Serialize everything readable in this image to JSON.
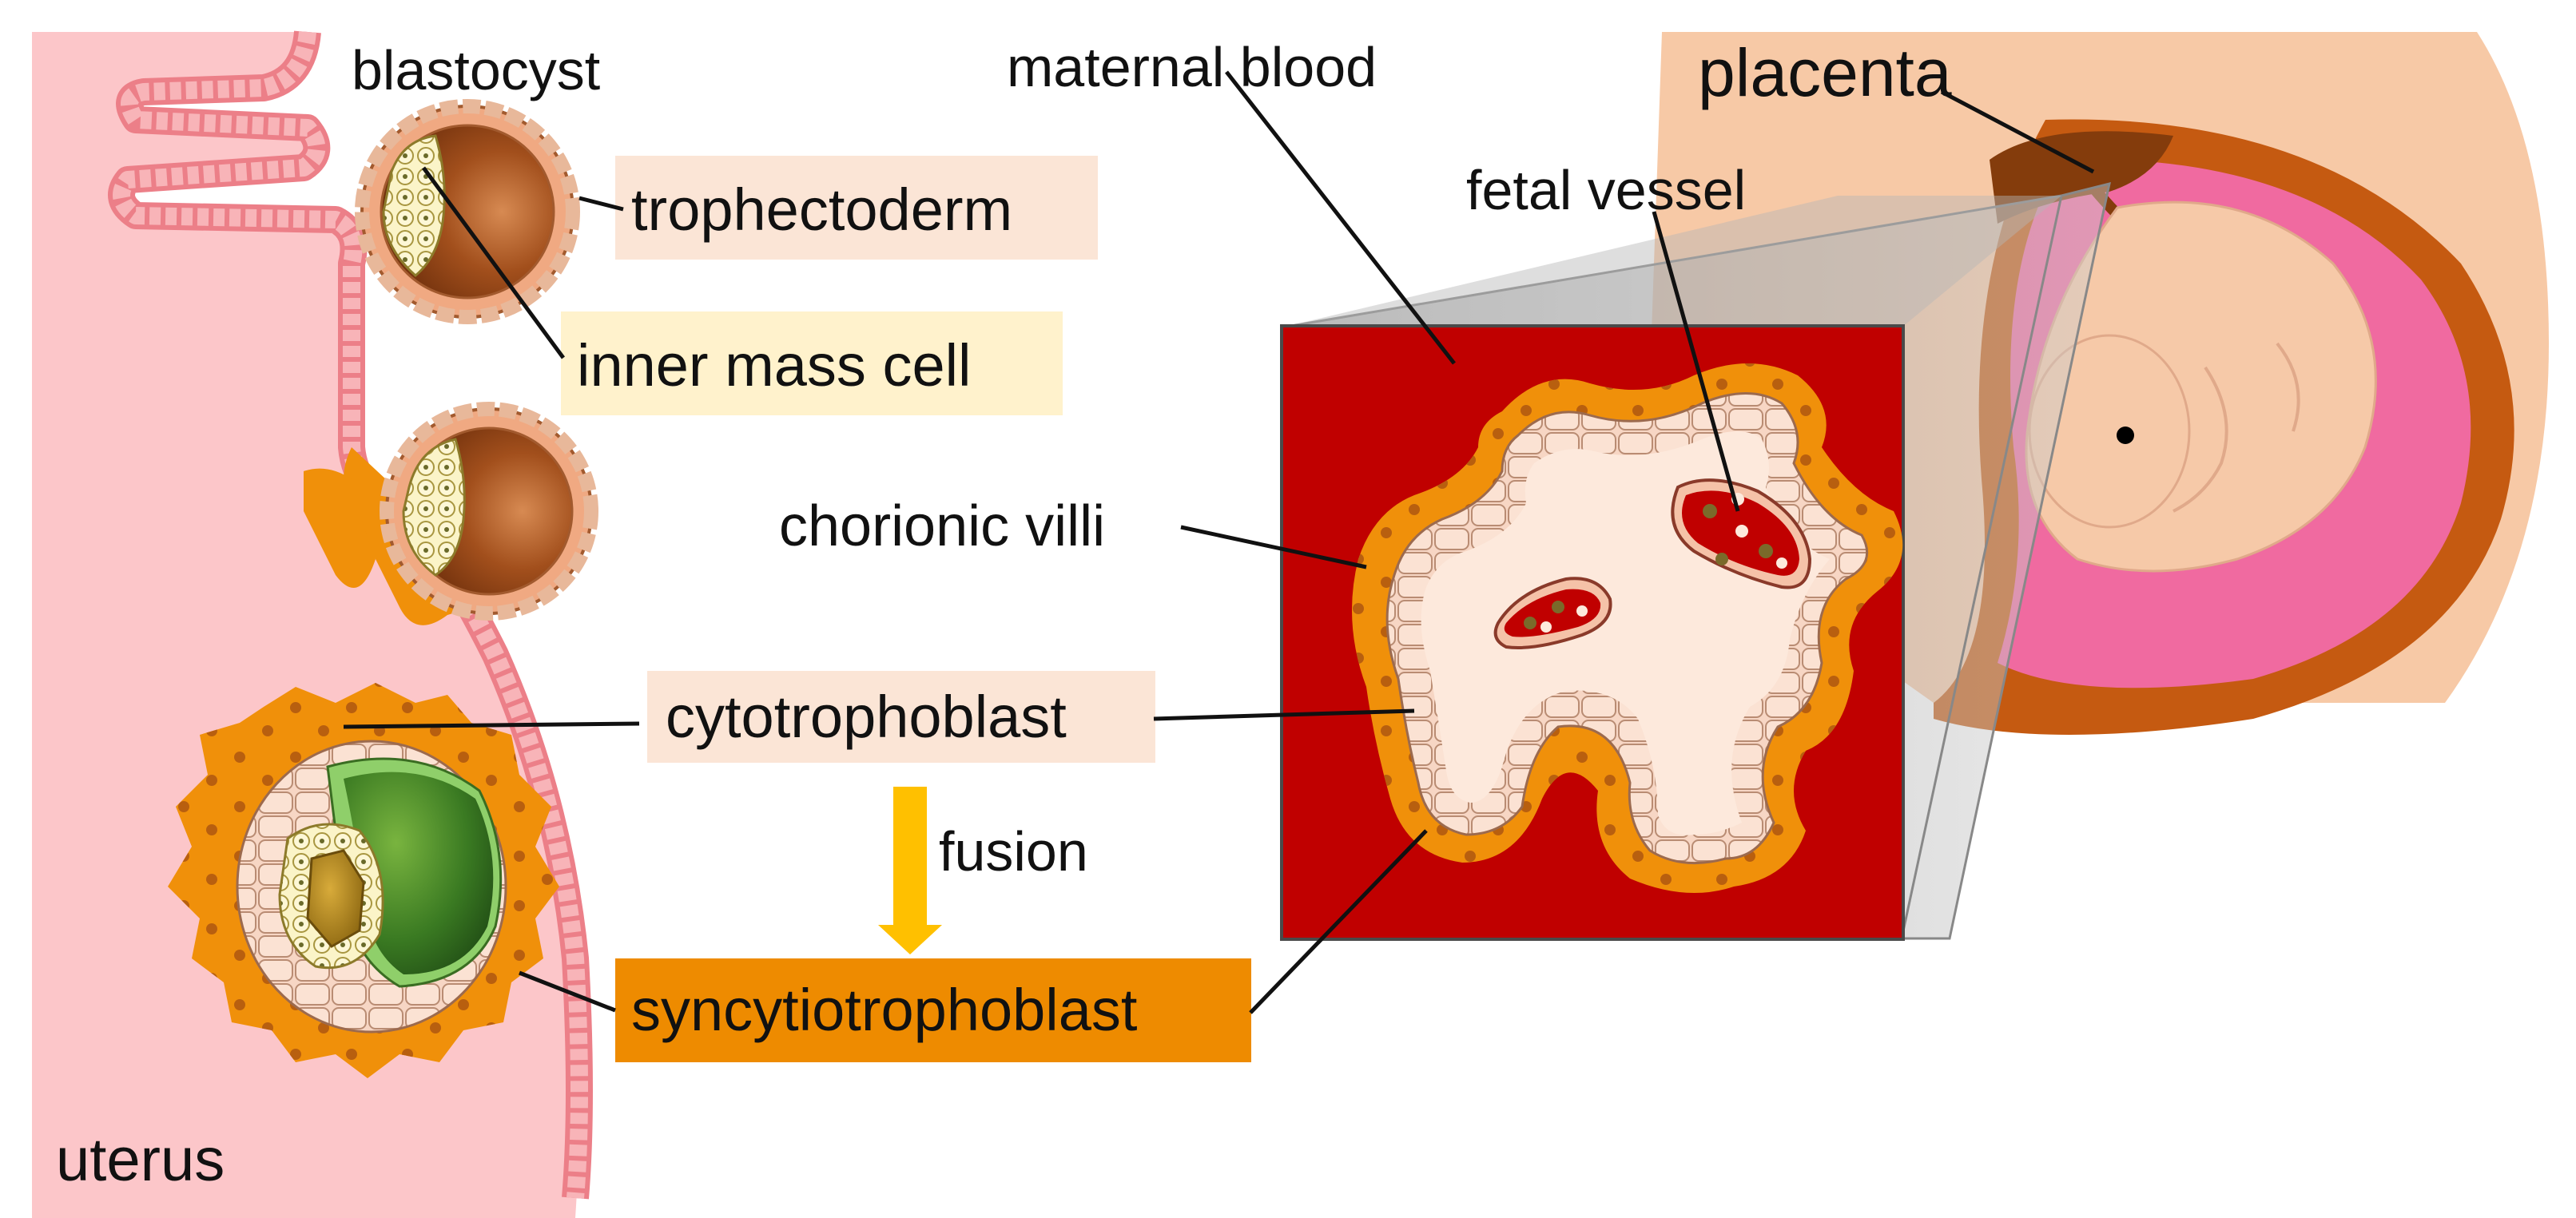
{
  "labels": {
    "blastocyst": "blastocyst",
    "trophectoderm": "trophectoderm",
    "inner_mass_cell": "inner mass cell",
    "maternal_blood": "maternal blood",
    "placenta": "placenta",
    "fetal_vessel": "fetal vessel",
    "chorionic_villi": "chorionic villi",
    "cytotrophoblast": "cytotrophoblast",
    "fusion": "fusion",
    "syncytiotrophoblast": "syncytiotrophoblast",
    "uterus": "uterus"
  },
  "colors": {
    "uterus_fill": "#fcc6c9",
    "uterus_lining": "#f2878f",
    "maternal_blood": "#c00000",
    "syncytio_orange": "#f0900a",
    "cyto_cell": "#f7d8c8",
    "villus_core": "#fde9dc",
    "trophectoderm_box": "#fbe5d6",
    "inner_mass_box": "#fff2cc",
    "syncytio_box": "#ee8b00",
    "fusion_arrow": "#ffc000",
    "blastocyst_cavity": "#8b3f14",
    "green_cavity": "#3e7f2a",
    "placenta_brown": "#c55a11",
    "amnion_pink": "#f06aa0",
    "fetus_skin": "#f6c9a8",
    "abdomen_skin": "#f7c9a6"
  }
}
